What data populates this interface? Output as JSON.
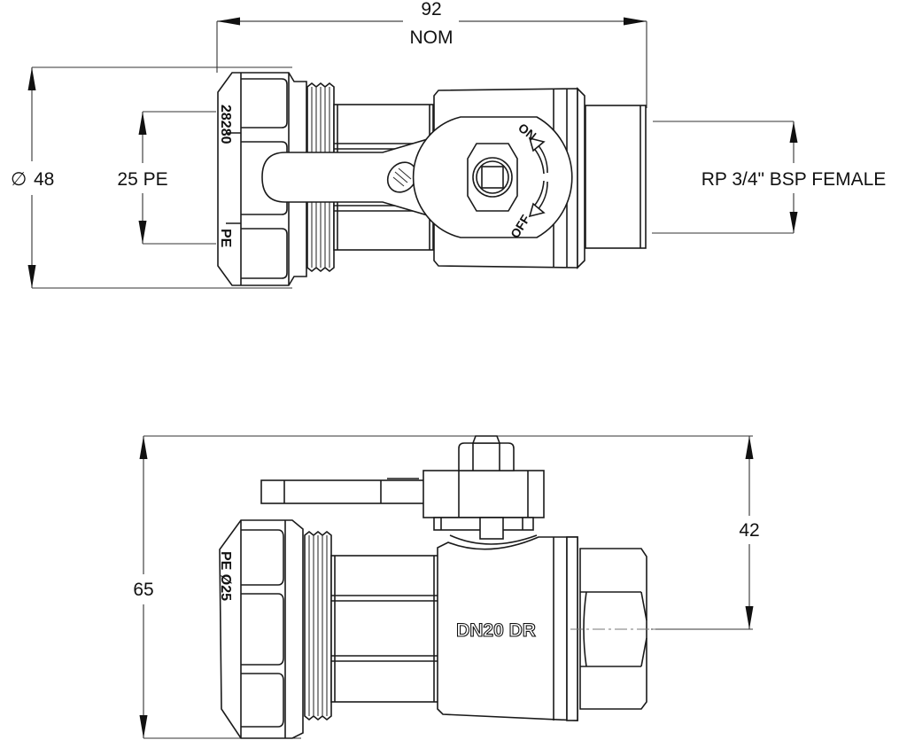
{
  "drawing": {
    "title": "Ball valve PE compression x female BSP technical drawing",
    "colors": {
      "line": "#1a1a1a",
      "background": "#ffffff",
      "dimension": "#444444"
    }
  },
  "top_view": {
    "dimensions": {
      "overall_length": {
        "value": "92",
        "qualifier": "NOM"
      },
      "nut_diameter": {
        "symbol": "∅",
        "value": "48"
      },
      "pipe_size": "25 PE",
      "thread": "RP 3/4\" BSP FEMALE"
    },
    "markings": {
      "nut_code": "28280",
      "nut_material": "PE",
      "handle_on": "ON",
      "handle_off": "OFF"
    }
  },
  "side_view": {
    "dimensions": {
      "overall_height": "65",
      "centre_to_top": "42"
    },
    "markings": {
      "nut_text": "PE Ø25",
      "body_text": "DN20  DR"
    }
  }
}
